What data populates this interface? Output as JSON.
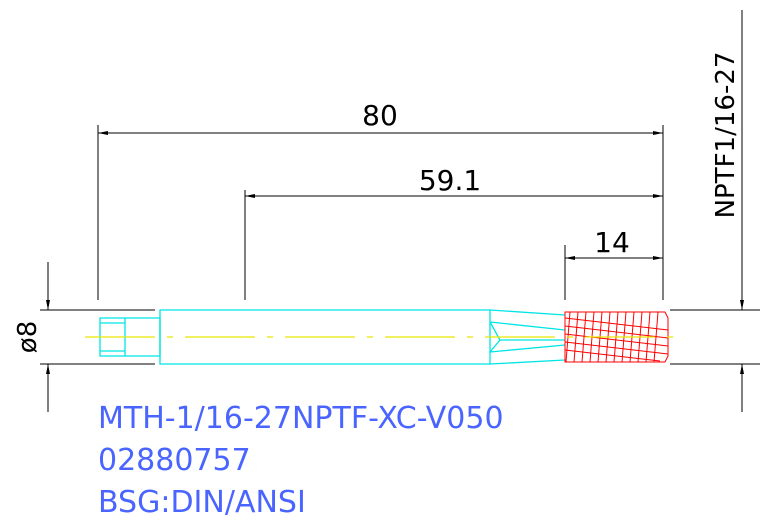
{
  "dimensions": {
    "overall_length": "80",
    "shank_to_tip": "59.1",
    "thread_length": "14",
    "diameter": "ø8",
    "thread_spec": "NPTF1/16-27"
  },
  "notes": {
    "part_code": "MTH-1/16-27NPTF-XC-V050",
    "part_number": "02880757",
    "standard": "BSG:DIN/ANSI"
  },
  "colors": {
    "dimension": "#000000",
    "outline": "#00e5e5",
    "centerline": "#e6e600",
    "thread": "#ff0000",
    "note": "#4a64ff",
    "background": "#ffffff"
  }
}
